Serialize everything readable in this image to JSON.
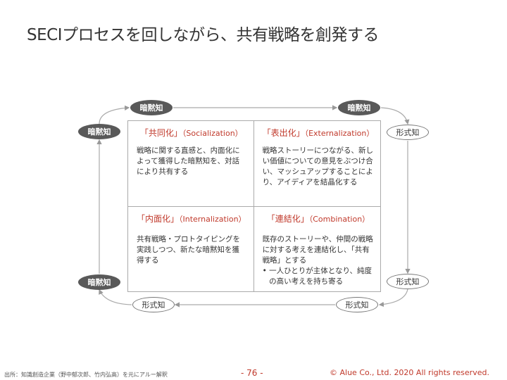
{
  "title": "SECIプロセスを回しながら、共有戦略を創発する",
  "labels": {
    "tacit": "暗黙知",
    "explicit": "形式知"
  },
  "cells": [
    {
      "jp": "「共同化」",
      "en": "（Socialization）",
      "body": "戦略に関する直感と、内面化によって獲得した暗黙知を、対話により共有する"
    },
    {
      "jp": "「表出化」",
      "en": "（Externalization）",
      "body": "戦略ストーリーにつながる、新しい価値についての意見をぶつけ合い、マッシュアップすることにより、アイディアを結晶化する"
    },
    {
      "jp": "「内面化」",
      "en": "（Internalization）",
      "body": "共有戦略・プロトタイピングを実践しつつ、新たな暗黙知を獲得する"
    },
    {
      "jp": "「連結化」",
      "en": "（Combination）",
      "body": "既存のストーリーや、仲間の戦略に対する考えを連結化し、「共有戦略」とする",
      "bullet": "•",
      "bullet_text": "一人ひとりが主体となり、純度の高い考えを持ち寄る"
    }
  ],
  "footer": {
    "source": "出所：知識創造企業（野中郁次郎、竹内弘高）を元にアルー解釈",
    "page": "- 76 -",
    "copyright": "© Alue Co., Ltd.  2020  All rights reserved."
  }
}
